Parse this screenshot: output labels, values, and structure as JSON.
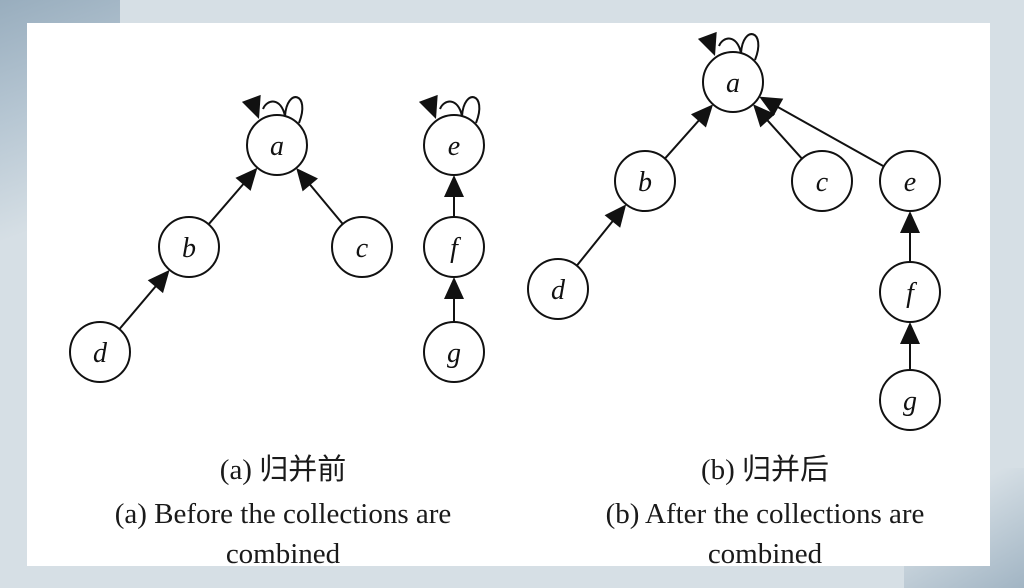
{
  "diagram_a": {
    "nodes": [
      "a",
      "b",
      "c",
      "d",
      "e",
      "f",
      "g"
    ],
    "caption_cn": "(a) 归并前",
    "caption_en_line1": "(a) Before the collections are",
    "caption_en_line2": "combined"
  },
  "diagram_b": {
    "nodes": [
      "a",
      "b",
      "c",
      "d",
      "e",
      "f",
      "g"
    ],
    "caption_cn": "(b) 归并后",
    "caption_en_line1": "(b) After the collections are",
    "caption_en_line2": "combined"
  }
}
